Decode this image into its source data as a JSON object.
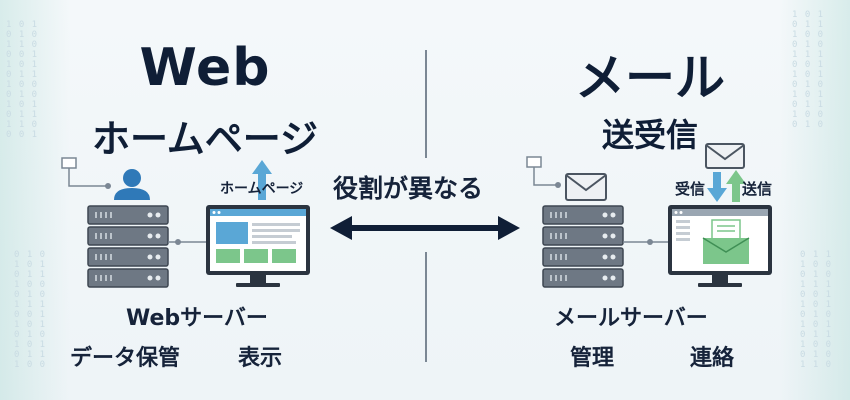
{
  "left": {
    "title": "Web",
    "subtitle": "ホームページ",
    "server_label": "Webサーバー",
    "caption_storage": "データ保管",
    "caption_display": "表示",
    "monitor_tag": "ホームページ"
  },
  "center": {
    "label": "役割が異なる"
  },
  "right": {
    "title": "メール",
    "subtitle": "送受信",
    "server_label": "メールサーバー",
    "caption_manage": "管理",
    "caption_contact": "連絡",
    "receive_label": "受信",
    "send_label": "送信"
  },
  "colors": {
    "navy": "#0f1e36",
    "server_gray": "#6e7884",
    "screen_blue": "#5aa7d6",
    "accent_green": "#7cc68b",
    "person_blue": "#2f79b8"
  },
  "icons": [
    "user-icon",
    "server-icon",
    "monitor-icon",
    "envelope-icon",
    "arrow-up-icon",
    "arrow-down-icon",
    "double-arrow-icon",
    "network-node-icon"
  ]
}
